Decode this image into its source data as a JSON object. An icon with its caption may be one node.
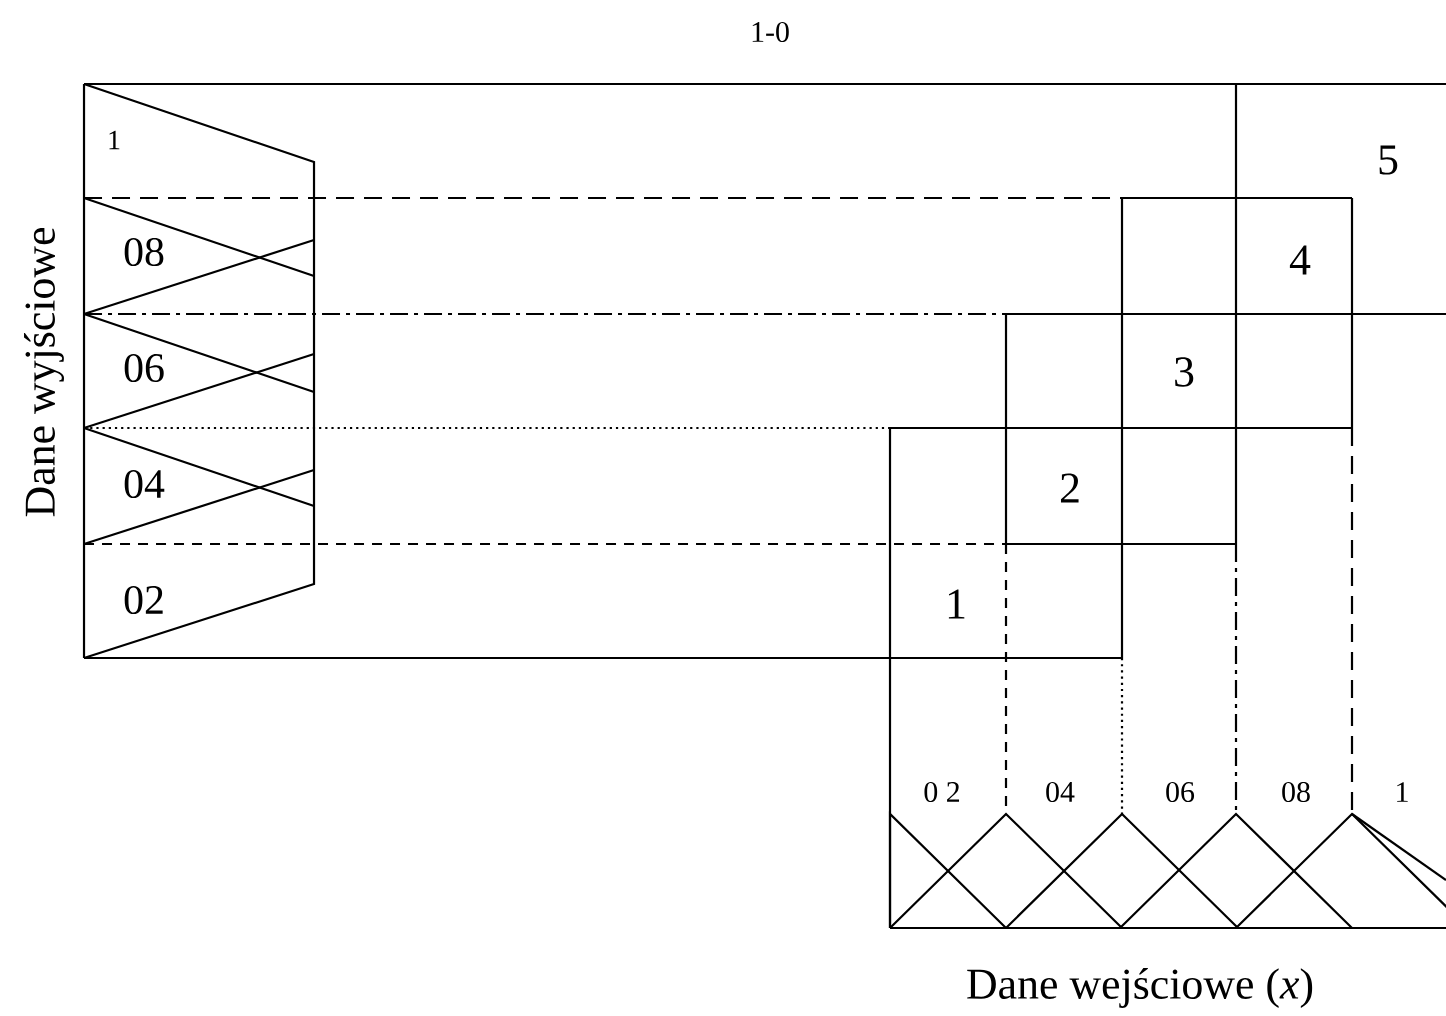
{
  "diagram": {
    "labels": [
      "1-0",
      "Dane wyjściowe",
      "1",
      "5",
      "08",
      "4",
      "06",
      "3",
      "04",
      "2",
      "02",
      "1",
      "0 2",
      "04",
      "06",
      "08",
      "1",
      "Dane wejściowe (*x*)"
    ]
  }
}
